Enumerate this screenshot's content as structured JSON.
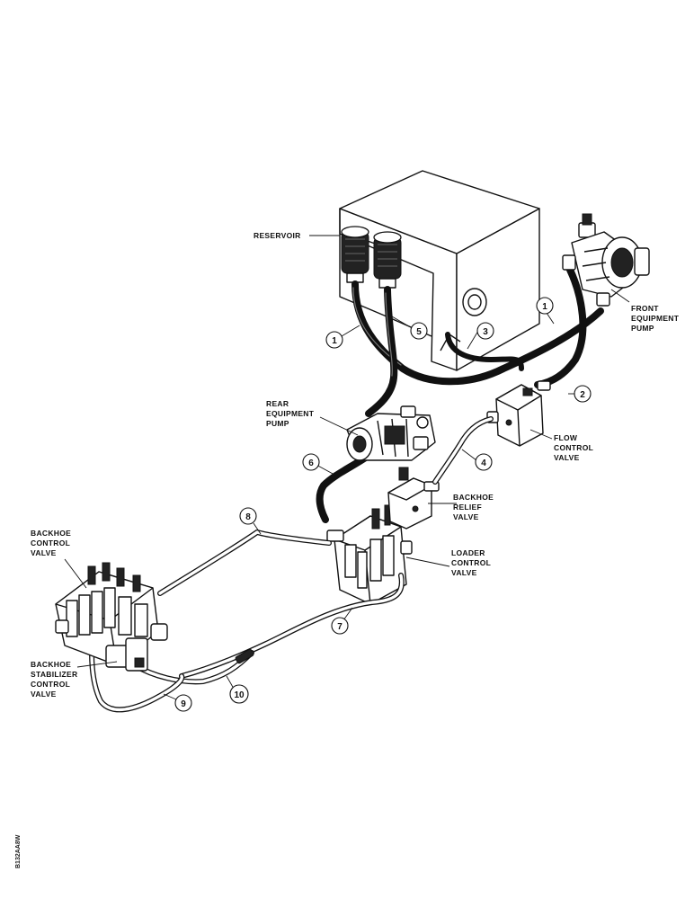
{
  "labels": {
    "reservoir": "RESERVOIR",
    "front_pump": [
      "FRONT",
      "EQUIPMENT",
      "PUMP"
    ],
    "rear_pump": [
      "REAR",
      "EQUIPMENT",
      "PUMP"
    ],
    "flow_valve": [
      "FLOW",
      "CONTROL",
      "VALVE"
    ],
    "relief_valve": [
      "BACKHOE",
      "RELIEF",
      "VALVE"
    ],
    "loader_valve": [
      "LOADER",
      "CONTROL",
      "VALVE"
    ],
    "backhoe_valve": [
      "BACKHOE",
      "CONTROL",
      "VALVE"
    ],
    "stabilizer_valve": [
      "BACKHOE",
      "STABILIZER",
      "CONTROL",
      "VALVE"
    ]
  },
  "callouts": [
    "1",
    "5",
    "3",
    "1",
    "2",
    "4",
    "6",
    "8",
    "7",
    "10",
    "9"
  ],
  "reference_code": "B132AA8W"
}
